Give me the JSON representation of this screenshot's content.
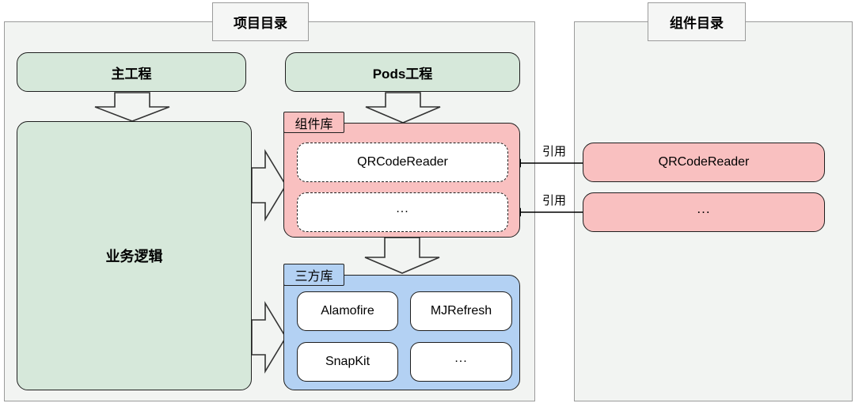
{
  "diagram": {
    "project_panel": {
      "title": "项目目录",
      "main_project_label": "主工程",
      "pods_project_label": "Pods工程",
      "business_logic_label": "业务逻辑",
      "component_library": {
        "label": "组件库",
        "items": [
          "QRCodeReader",
          "..."
        ]
      },
      "third_party_library": {
        "label": "三方库",
        "items": [
          "Alamofire",
          "MJRefresh",
          "SnapKit",
          "..."
        ]
      }
    },
    "component_panel": {
      "title": "组件目录",
      "items": [
        "QRCodeReader",
        "..."
      ]
    },
    "reference_labels": [
      "引用",
      "引用"
    ],
    "colors": {
      "green_fill": "#d6e8da",
      "pink_fill": "#f9c0c0",
      "blue_fill": "#b3d1f3",
      "panel_fill": "#f2f4f2",
      "panel_border": "#9b9b9b",
      "shape_outline": "#1f1f1f"
    }
  }
}
